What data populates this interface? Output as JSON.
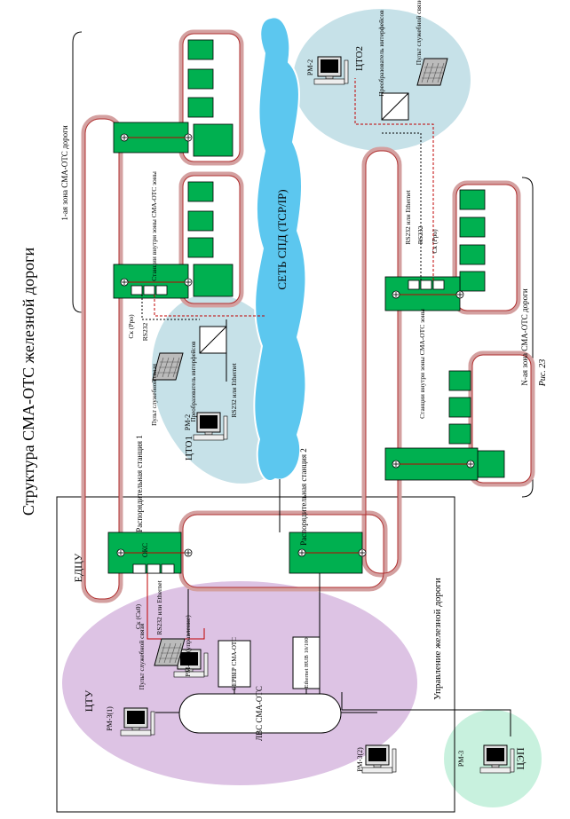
{
  "title": "Структура СМА-ОТС железной дороги",
  "figure_caption": "Рис. 23",
  "network_cloud": "СЕТЬ СПД (TCP/IP)",
  "zones": {
    "zone1": "1-ая зона СМА-ОТС дороги",
    "zone2": "N-ая зона СМА-ОТС дороги",
    "edcu": "ЕДЦУ",
    "railway_management": "Управление железной дороги"
  },
  "stations": {
    "dist1": "Распорядительная станция 1",
    "dist2": "Распорядительная станция 2",
    "okc": "ОКС",
    "sm_zone1": "Станции внутри зоны СМА-ОТС зоны",
    "sm_zoneN": "Станции внутри зоны СМА-ОТС зоны"
  },
  "cto": {
    "label": "ЦТУ",
    "lan": "ЛВС СМА-ОТС",
    "server": "СЕРВЕР СМА-ОТС",
    "hub": "Ethernet HUB 10/100",
    "console": "Пульт служебной связи",
    "rm3y": "РМ-3(у) (управление)",
    "rm3_1": "РМ-3(1)",
    "rm3_2": "РМ-3(2)",
    "ethernet_rs232": "RS232 или Ethernet",
    "ck_s0": "Ск (Ск0)"
  },
  "cto1": {
    "label": "ЦТО1",
    "rm2": "РМ-2",
    "console": "Пульт служебной связи",
    "converter": "Преобразователь интерфейсов",
    "link": "RS232 или Ethernet",
    "rs232": "RS232",
    "ck": "Ск (Рро)"
  },
  "cto2": {
    "label": "ЦТО2",
    "rm2": "РМ-2",
    "console": "Пульт служебной связи",
    "converter": "Преобразователь интерфейсов",
    "link": "RS232 или Ethernet",
    "rs232": "RS232",
    "ck": "Ск (Рро)"
  },
  "cec": {
    "label": "ЦЭП",
    "rm3": "РМ-3"
  },
  "colors": {
    "green": "#00b050",
    "pink_ring": "#d4a0a0",
    "cloud": "#5cc7ef",
    "cto_bg": "#ddc3e4",
    "cto12_bg": "#c6e1e8",
    "cec_bg": "#c8f1de",
    "red": "#c00000"
  }
}
